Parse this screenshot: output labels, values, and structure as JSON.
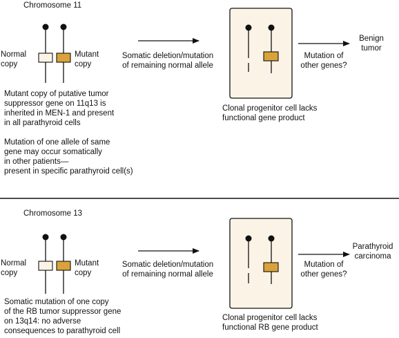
{
  "colors": {
    "normal_allele": "#fbf4e6",
    "mutant_allele": "#d9a23a",
    "cell_fill": "#fbf4e6",
    "line": "#111111"
  },
  "panel1": {
    "chromosome_label": "Chromosome 11",
    "normal_label": "Normal\ncopy",
    "mutant_label": "Mutant\ncopy",
    "arrow1_label": "Somatic deletion/mutation\nof remaining normal allele",
    "arrow2_label": "Mutation of\nother genes?",
    "outcome_label": "Benign\ntumor",
    "inherited_note": "Mutant copy of putative tumor\nsuppressor gene on 11q13 is\ninherited in MEN-1 and present\nin all parathyroid cells",
    "somatic_note": "Mutation of one allele of same\ngene may occur somatically\nin other patients—\npresent in specific parathyroid cell(s)",
    "cell_caption": "Clonal progenitor cell lacks\nfunctional gene product"
  },
  "panel2": {
    "chromosome_label": "Chromosome 13",
    "normal_label": "Normal\ncopy",
    "mutant_label": "Mutant\ncopy",
    "arrow1_label": "Somatic deletion/mutation\nof remaining normal allele",
    "arrow2_label": "Mutation of\nother genes?",
    "outcome_label": "Parathyroid\ncarcinoma",
    "somatic_note": "Somatic mutation of one copy\nof the RB tumor suppressor gene\non 13q14:  no adverse\nconsequences to parathyroid cell",
    "cell_caption": "Clonal progenitor cell lacks\nfunctional RB gene product"
  }
}
